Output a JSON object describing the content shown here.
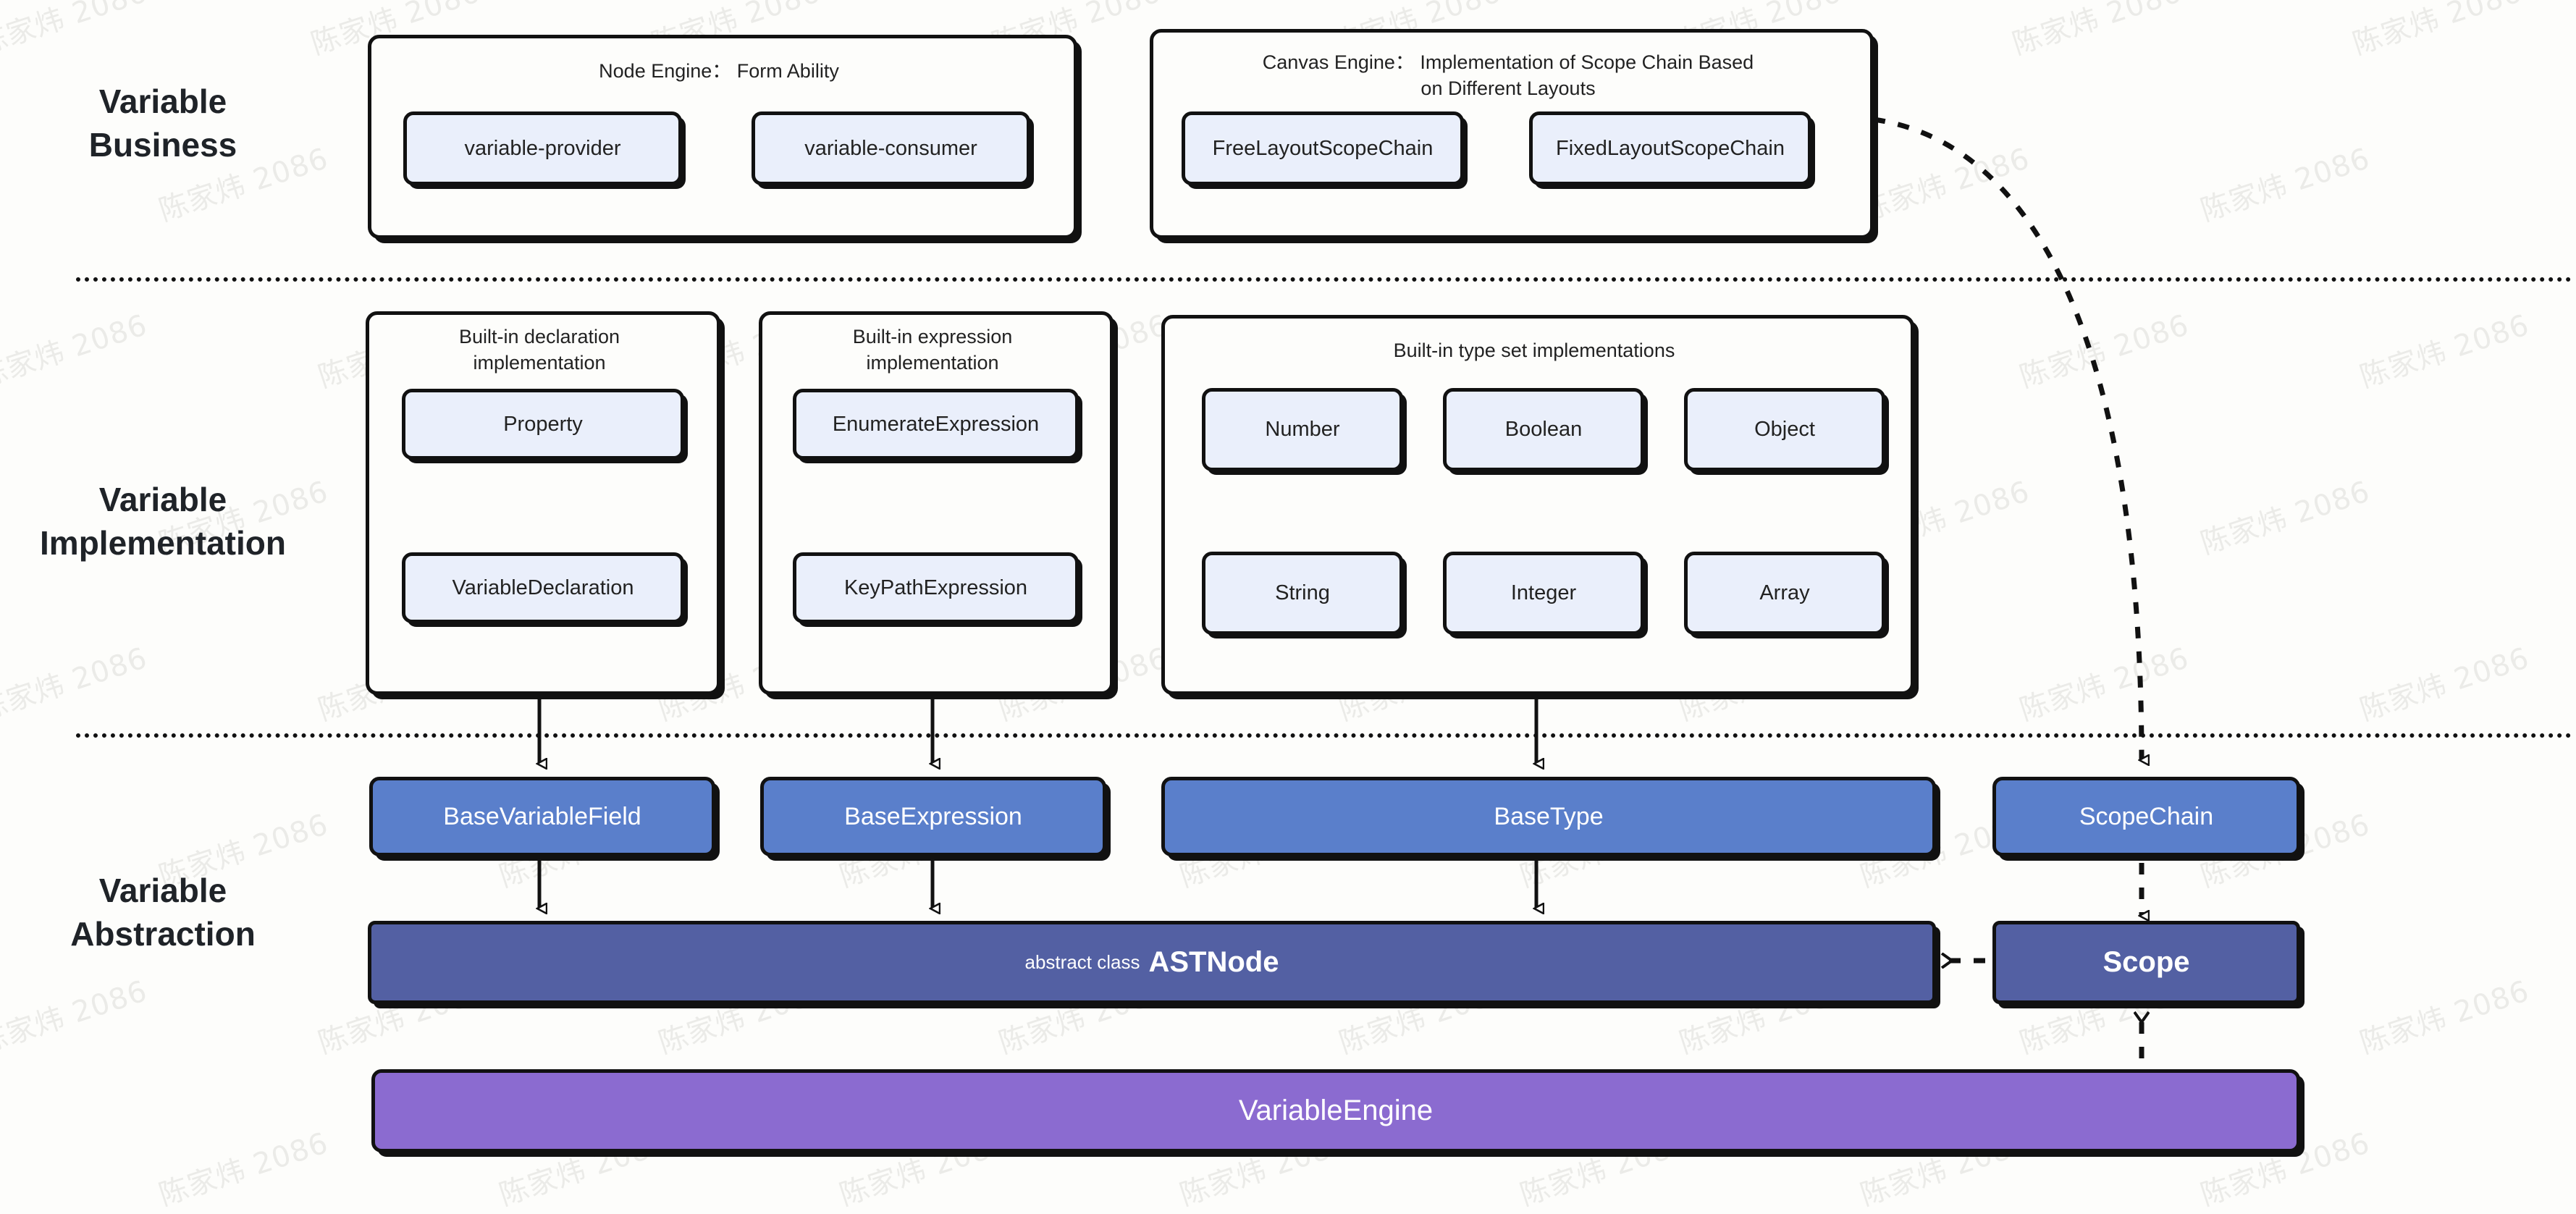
{
  "diagram": {
    "title": "Variable system layered architecture",
    "background": "#fdfdfb",
    "watermark_text": "陈家炜 2086",
    "colors": {
      "leaf_fill": "#eaeffb",
      "blue": "#5a7fcb",
      "dark_blue": "#5360a3",
      "purple": "#8b6bd0",
      "stroke": "#111111",
      "label_text": "#1f2328"
    }
  },
  "layers": [
    {
      "id": "business",
      "label_line1": "Variable",
      "label_line2": "Business"
    },
    {
      "id": "implementation",
      "label_line1": "Variable",
      "label_line2": "Implementation"
    },
    {
      "id": "abstraction",
      "label_line1": "Variable",
      "label_line2": "Abstraction"
    }
  ],
  "business": {
    "groups": [
      {
        "id": "node-engine",
        "title": "Node Engine： Form Ability",
        "items": [
          "variable-provider",
          "variable-consumer"
        ]
      },
      {
        "id": "canvas-engine",
        "title_line1": "Canvas Engine： Implementation of Scope Chain Based",
        "title_line2": "on Different Layouts",
        "items": [
          "FreeLayoutScopeChain",
          "FixedLayoutScopeChain"
        ]
      }
    ]
  },
  "implementation": {
    "groups": [
      {
        "id": "declaration",
        "title_line1": "Built-in declaration",
        "title_line2": "implementation",
        "items": [
          "Property",
          "VariableDeclaration"
        ]
      },
      {
        "id": "expression",
        "title_line1": "Built-in expression",
        "title_line2": "implementation",
        "items": [
          "EnumerateExpression",
          "KeyPathExpression"
        ]
      },
      {
        "id": "typeset",
        "title_line1": "Built-in type set implementations",
        "title_line2": "",
        "items": [
          "Number",
          "Boolean",
          "Object",
          "String",
          "Integer",
          "Array"
        ]
      }
    ]
  },
  "abstraction": {
    "base_classes": [
      "BaseVariableField",
      "BaseExpression",
      "BaseType",
      "ScopeChain"
    ],
    "ast_node": {
      "prefix": "abstract class",
      "name": "ASTNode"
    },
    "scope": "Scope",
    "engine": "VariableEngine"
  }
}
